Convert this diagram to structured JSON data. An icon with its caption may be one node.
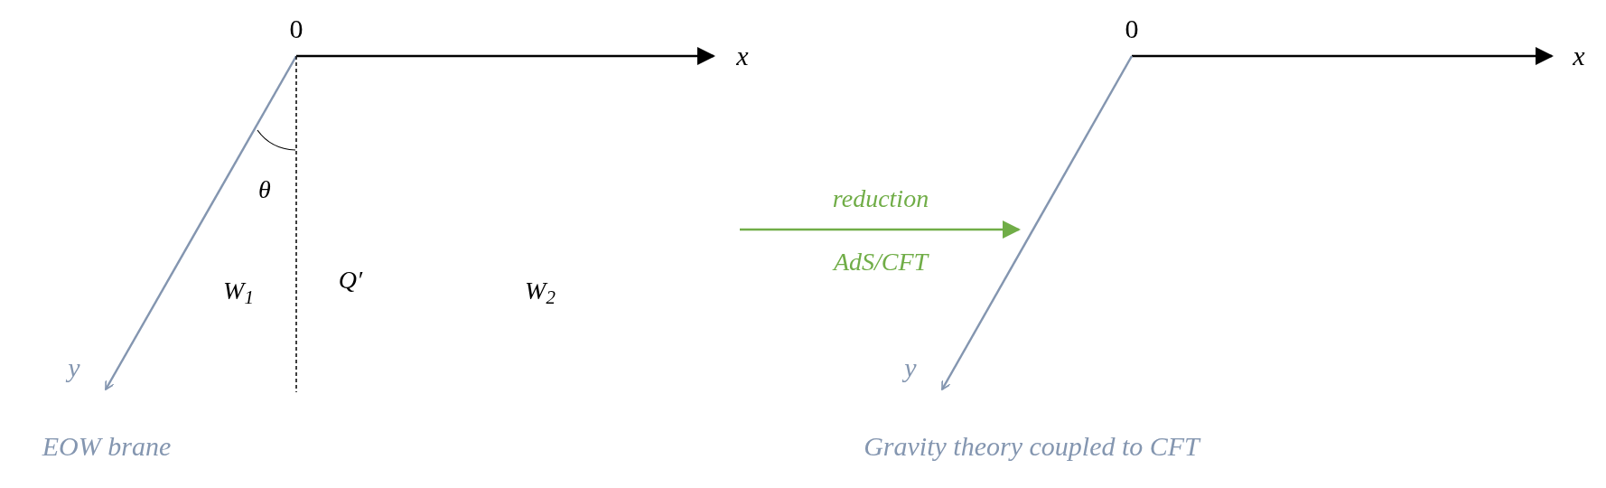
{
  "diagram": {
    "labels": [
      "0",
      "x",
      "θ",
      "W$_{1}$",
      "Q′",
      "W$_{2}$",
      "y",
      "EOW brane",
      "reduction",
      "AdS/CFT",
      "0",
      "x",
      "y",
      "Gravity theory coupled to CFT"
    ]
  }
}
